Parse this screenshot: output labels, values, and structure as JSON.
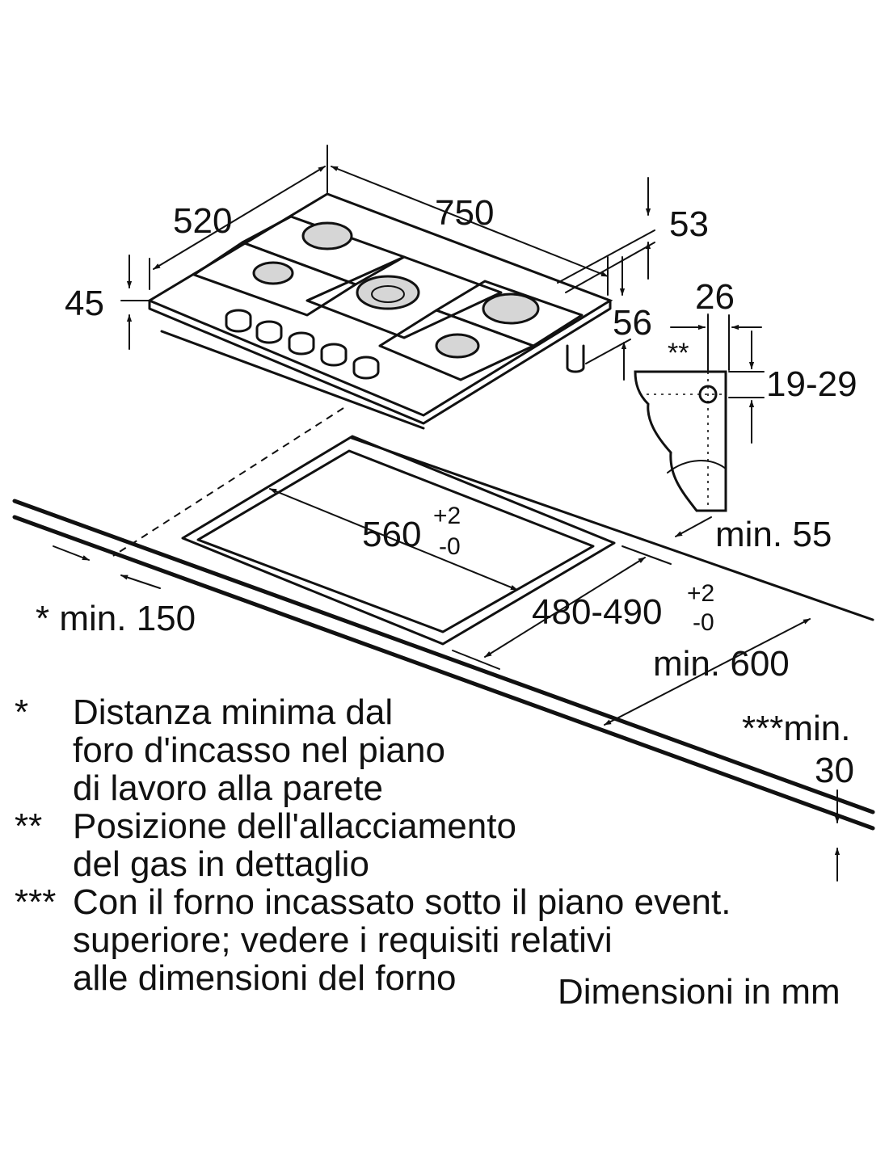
{
  "dimensions": {
    "width_750": "750",
    "depth_520": "520",
    "height_45": "45",
    "gas_53": "53",
    "gas_56": "56",
    "connector_26": "26",
    "connector_marker": "**",
    "connector_19_29": "19-29",
    "cutout_width": "560",
    "cutout_width_tol_upper": "+2",
    "cutout_width_tol_lower": "-0",
    "cutout_depth": "480-490",
    "cutout_depth_tol_upper": "+2",
    "cutout_depth_tol_lower": "-0",
    "min_55": "min. 55",
    "min_150": "* min. 150",
    "min_600": "min. 600",
    "min_30_line1": "***min.",
    "min_30_line2": "30"
  },
  "notes": [
    {
      "mark": "*",
      "lines": [
        "Distanza minima dal",
        "foro d'incasso nel piano",
        "di lavoro alla parete"
      ]
    },
    {
      "mark": "**",
      "lines": [
        "Posizione dell'allacciamento",
        "del gas in dettaglio"
      ]
    },
    {
      "mark": "***",
      "lines": [
        "Con il forno incassato sotto il piano event.",
        "superiore; vedere i requisiti relativi",
        "alle dimensioni del forno"
      ]
    }
  ],
  "units_label": "Dimensioni in mm"
}
